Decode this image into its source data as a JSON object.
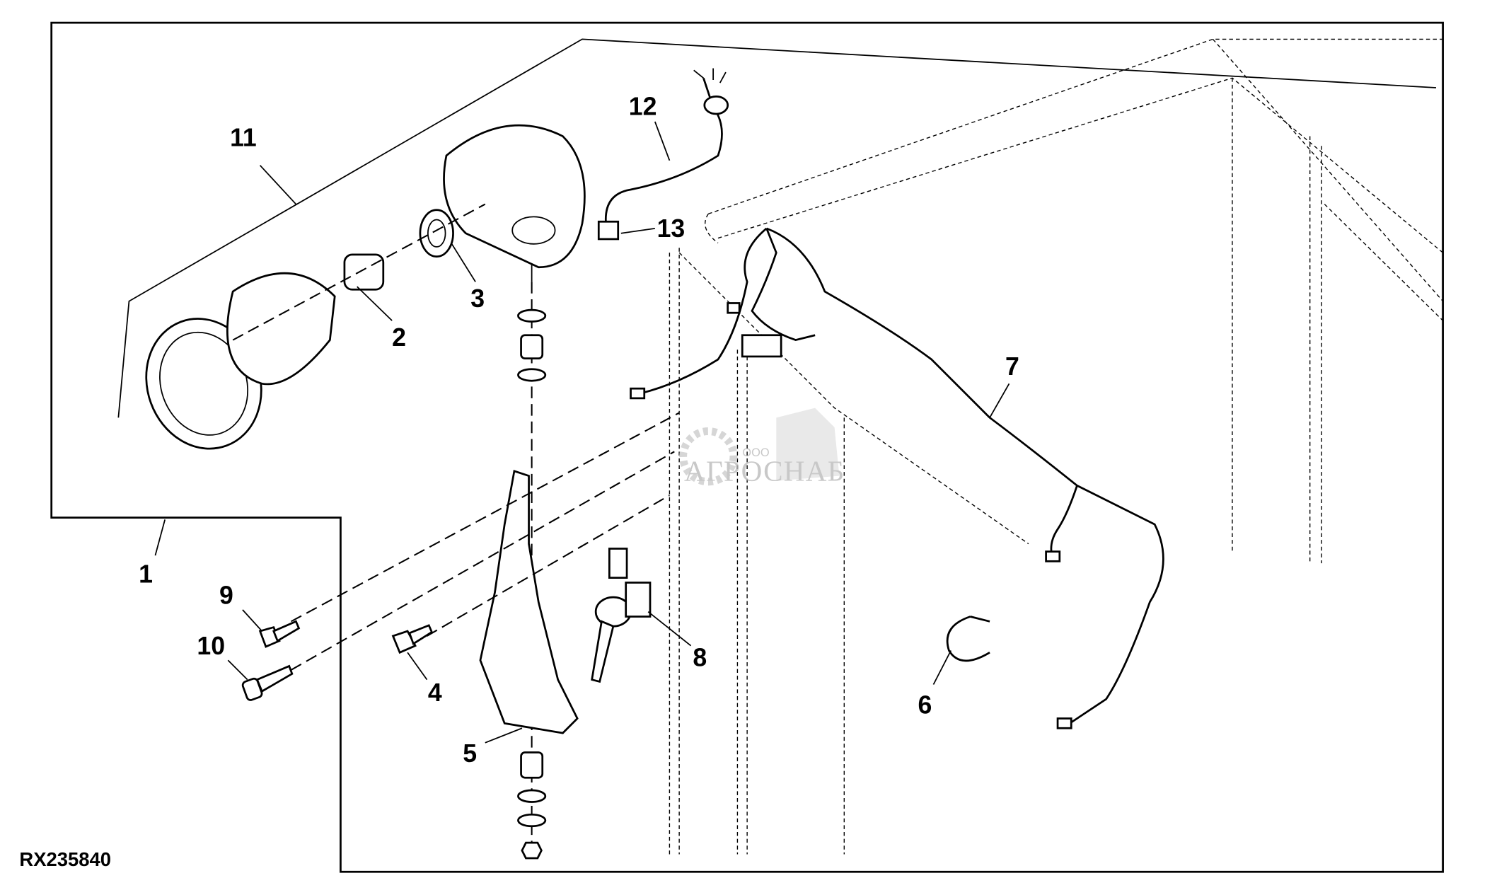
{
  "diagram": {
    "figure_id": "RX235840",
    "callouts": [
      "1",
      "2",
      "3",
      "4",
      "5",
      "6",
      "7",
      "8",
      "9",
      "10",
      "11",
      "12",
      "13"
    ],
    "watermark": {
      "company_prefix": "ООО",
      "company_name": "АГРОСНАБ"
    }
  }
}
